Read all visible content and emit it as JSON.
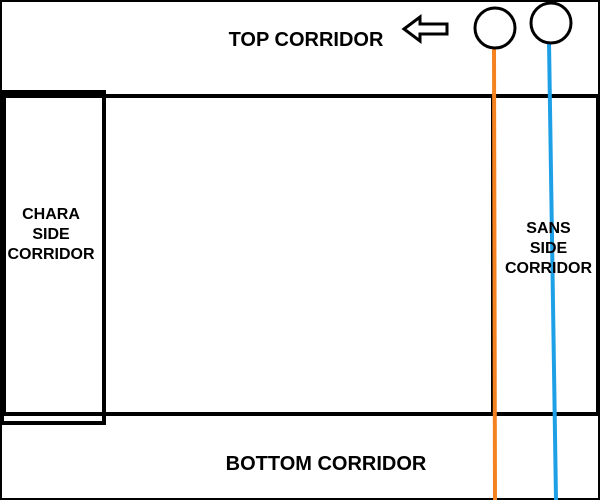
{
  "labels": {
    "top_corridor": "TOP CORRIDOR",
    "bottom_corridor": "BOTTOM CORRIDOR",
    "chara_side_corridor": "CHARA\nSIDE\nCORRIDOR",
    "sans_side_corridor": "SANS\nSIDE\nCORRIDOR"
  },
  "colors": {
    "outline": "#000000",
    "orange_path": "#f58220",
    "blue_path": "#1ea0e6"
  },
  "icons": {
    "direction_arrow": "arrow-left-icon",
    "marker_1": "circle-marker",
    "marker_2": "circle-marker"
  }
}
